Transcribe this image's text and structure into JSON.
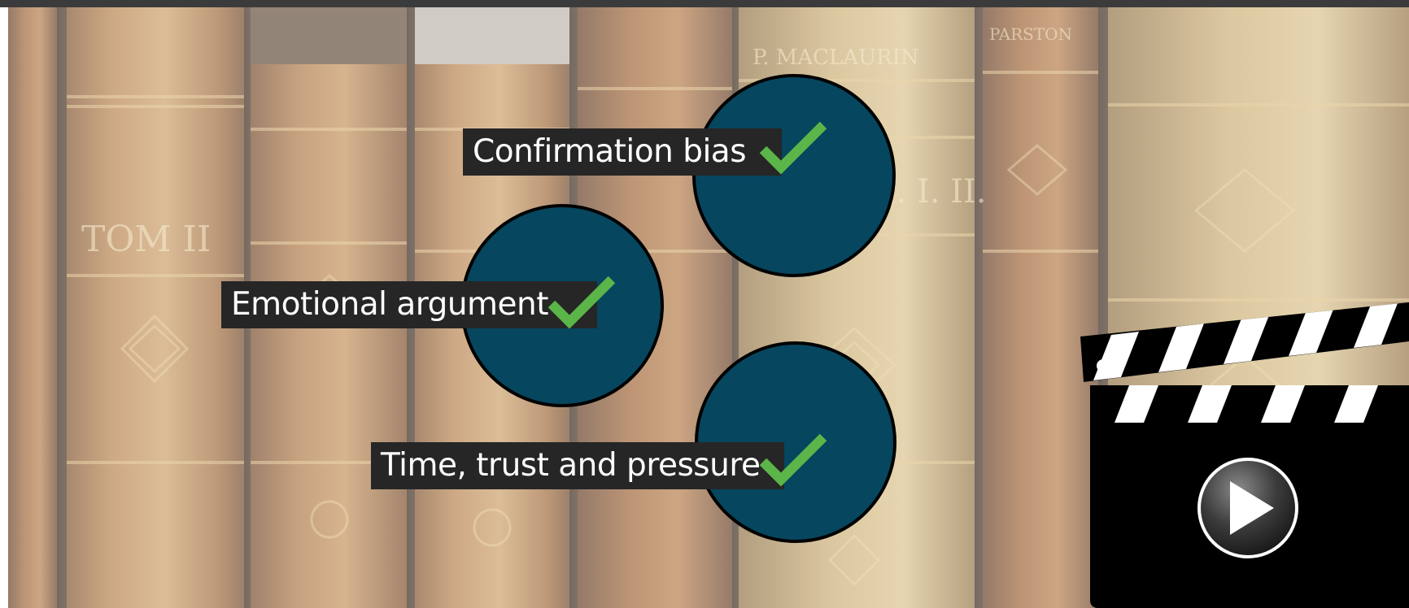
{
  "slide": {
    "items": [
      {
        "label": "Confirmation bias",
        "checked": true,
        "icon": "check-icon"
      },
      {
        "label": "Emotional argument",
        "checked": true,
        "icon": "check-icon"
      },
      {
        "label": "Time, trust and pressure",
        "checked": true,
        "icon": "check-icon"
      }
    ],
    "book_spine_texts": [
      "TOM II",
      "O M. I. II.",
      "P. MACLAURIN",
      "PARSTON"
    ],
    "video": {
      "icon": "clapperboard-icon",
      "play_icon": "play-button-icon"
    },
    "colors": {
      "bubble": "#06465e",
      "label_bg": "#262626",
      "check": "#5bb548",
      "top_bar": "#3b3b3b"
    }
  }
}
